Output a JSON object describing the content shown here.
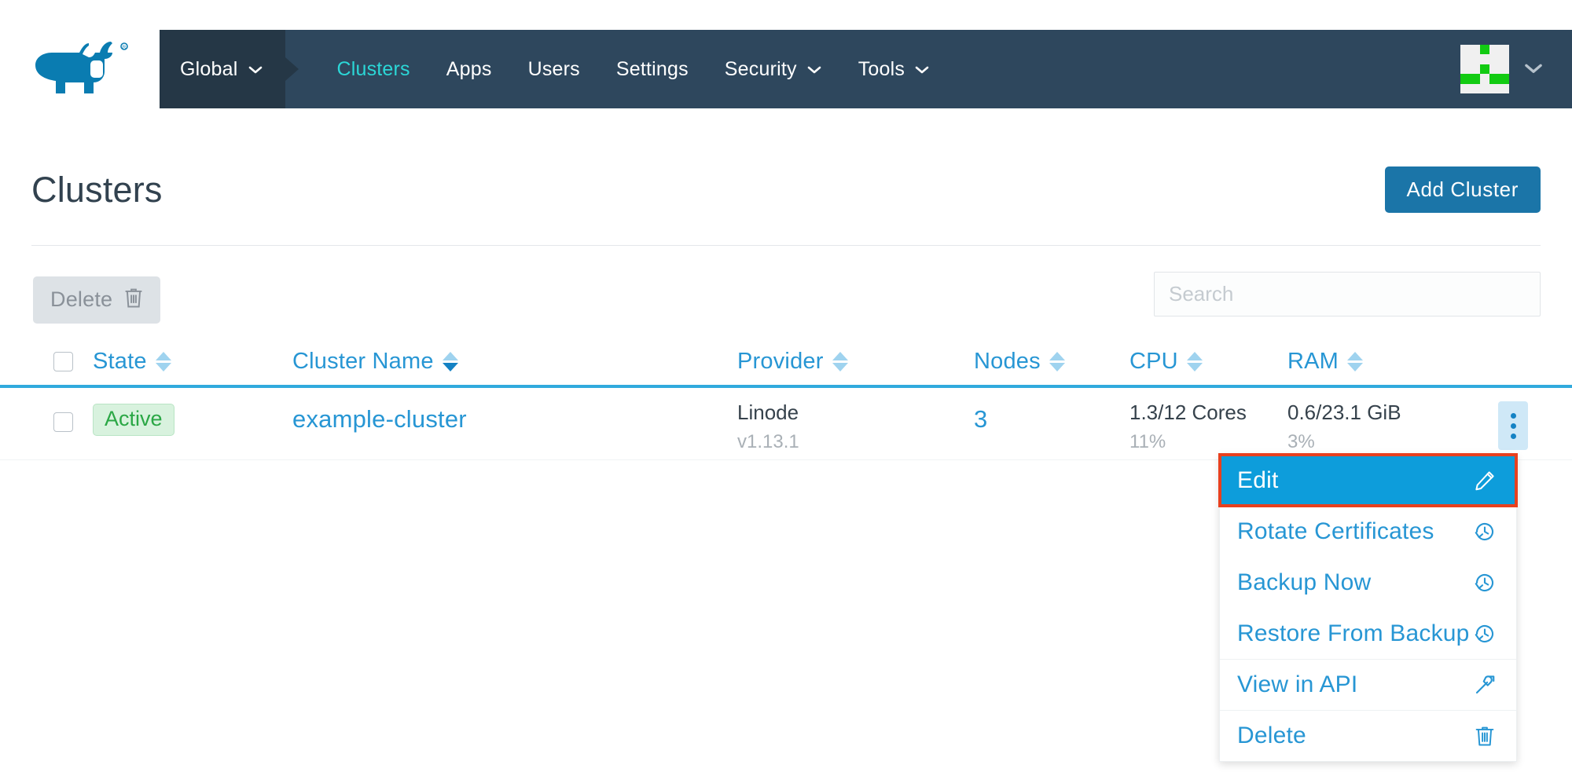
{
  "nav": {
    "logo_name": "rancher-logo",
    "global": {
      "label": "Global",
      "icon": "chevron-down-icon"
    },
    "items": [
      {
        "label": "Clusters",
        "active": true,
        "caret": false
      },
      {
        "label": "Apps",
        "active": false,
        "caret": false
      },
      {
        "label": "Users",
        "active": false,
        "caret": false
      },
      {
        "label": "Settings",
        "active": false,
        "caret": false
      },
      {
        "label": "Security",
        "active": false,
        "caret": true
      },
      {
        "label": "Tools",
        "active": false,
        "caret": true
      }
    ],
    "avatar": {
      "name": "user-identicon",
      "caret_icon": "chevron-down-icon"
    }
  },
  "header": {
    "title": "Clusters",
    "add_button": "Add Cluster"
  },
  "toolbar": {
    "delete_label": "Delete",
    "delete_icon": "trash-icon",
    "search_placeholder": "Search",
    "search_value": ""
  },
  "table": {
    "columns": [
      {
        "key": "select",
        "label": "",
        "sortable": false,
        "sorted": false
      },
      {
        "key": "state",
        "label": "State",
        "sortable": true,
        "sorted": false
      },
      {
        "key": "name",
        "label": "Cluster Name",
        "sortable": true,
        "sorted": true
      },
      {
        "key": "provider",
        "label": "Provider",
        "sortable": true,
        "sorted": false
      },
      {
        "key": "nodes",
        "label": "Nodes",
        "sortable": true,
        "sorted": false
      },
      {
        "key": "cpu",
        "label": "CPU",
        "sortable": true,
        "sorted": false
      },
      {
        "key": "ram",
        "label": "RAM",
        "sortable": true,
        "sorted": false
      }
    ],
    "rows": [
      {
        "state": "Active",
        "name": "example-cluster",
        "provider": "Linode",
        "provider_version": "v1.13.1",
        "nodes": "3",
        "cpu": "1.3/12 Cores",
        "cpu_pct": "11%",
        "ram": "0.6/23.1 GiB",
        "ram_pct": "3%",
        "actions_icon": "kebab-menu-icon"
      }
    ]
  },
  "context_menu": {
    "items": [
      {
        "label": "Edit",
        "icon": "pencil-icon",
        "selected": true,
        "separator": false
      },
      {
        "label": "Rotate Certificates",
        "icon": "history-icon",
        "selected": false,
        "separator": false
      },
      {
        "label": "Backup Now",
        "icon": "history-icon",
        "selected": false,
        "separator": false
      },
      {
        "label": "Restore From Backup",
        "icon": "history-icon",
        "selected": false,
        "separator": false
      },
      {
        "label": "View in API",
        "icon": "external-link-icon",
        "selected": false,
        "separator": true
      },
      {
        "label": "Delete",
        "icon": "trash-icon",
        "selected": false,
        "separator": true
      }
    ]
  },
  "colors": {
    "nav_global_bg": "#253746",
    "nav_bg": "#2e475d",
    "accent_blue": "#2796d4",
    "primary_button": "#1b75a8",
    "active_nav": "#2bd7d7",
    "badge_green": "#2aa745",
    "highlight_outline": "#e8401e",
    "menu_selected_bg": "#0d9ddb",
    "header_underline": "#30aadd"
  }
}
